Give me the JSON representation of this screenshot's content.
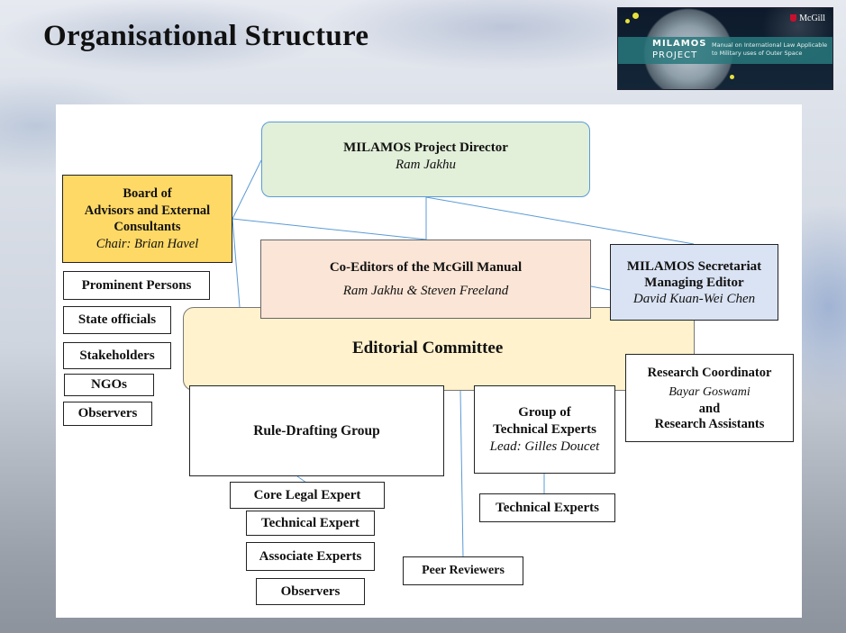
{
  "slide": {
    "title": "Organisational Structure"
  },
  "logo": {
    "brand_line1": "MILAMOS",
    "brand_line2": "PROJECT",
    "tagline": "Manual on International Law Applicable to Military uses of Outer Space",
    "institution": "McGill"
  },
  "org_chart": {
    "director": {
      "title": "MILAMOS Project Director",
      "name": "Ram Jakhu"
    },
    "board": {
      "line1": "Board of",
      "line2": "Advisors and External",
      "line3": "Consultants",
      "chair": "Chair: Brian Havel",
      "members": [
        "Prominent Persons",
        "State officials",
        "Stakeholders",
        "NGOs",
        "Observers"
      ]
    },
    "co_editors": {
      "title": "Co-Editors of the McGill Manual",
      "names": "Ram Jakhu & Steven Freeland"
    },
    "secretariat": {
      "title": "MILAMOS Secretariat",
      "role": "Managing Editor",
      "name": "David Kuan-Wei Chen"
    },
    "editorial_committee": {
      "title": "Editorial Committee"
    },
    "research": {
      "title": "Research Coordinator",
      "name": "Bayar Goswami",
      "and": "and",
      "assistants": "Research Assistants"
    },
    "rule_drafting": {
      "title": "Rule-Drafting Group",
      "members": [
        "Core Legal Expert",
        "Technical Expert",
        "Associate Experts",
        "Observers"
      ]
    },
    "technical_group": {
      "line1": "Group of",
      "line2": "Technical Experts",
      "lead": "Lead: Gilles Doucet",
      "members": [
        "Technical Experts"
      ]
    },
    "peer_reviewers": {
      "title": "Peer Reviewers"
    }
  }
}
